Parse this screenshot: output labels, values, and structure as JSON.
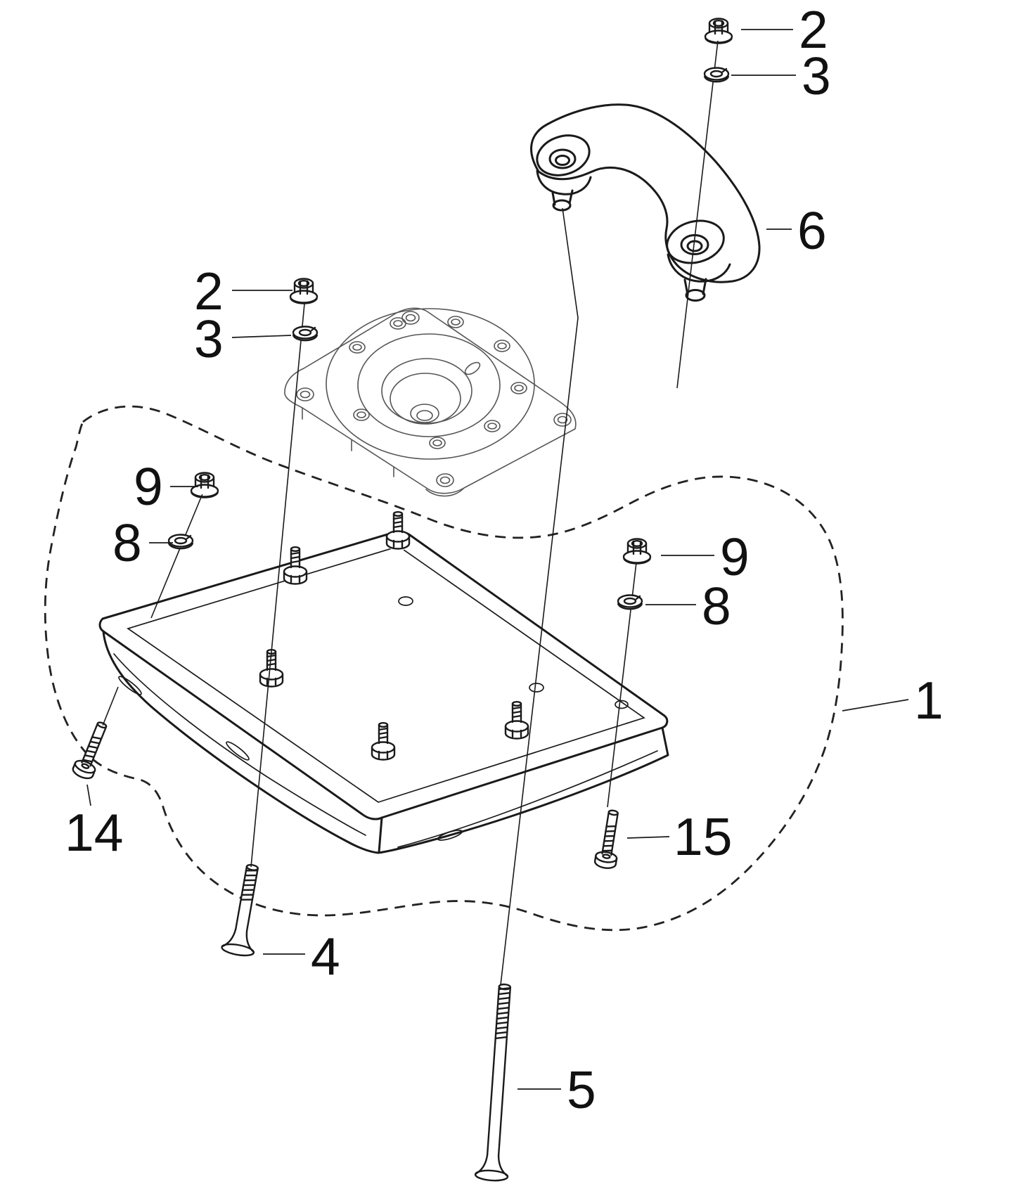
{
  "page": {
    "type": "exploded-parts-diagram",
    "background": "#ffffff"
  },
  "colors": {
    "main_line": "#1a1a1a",
    "flange_line": "#555555",
    "label": "#111111"
  },
  "callouts": {
    "top_nut": "2",
    "top_washer": "3",
    "handle": "6",
    "left_nut": "2",
    "left_washer": "3",
    "left_base_nut": "9",
    "left_base_washer": "8",
    "right_base_nut": "9",
    "right_base_washer": "8",
    "base_plate": "1",
    "front_screw": "14",
    "rear_screw": "15",
    "left_stud": "4",
    "right_stud": "5"
  }
}
